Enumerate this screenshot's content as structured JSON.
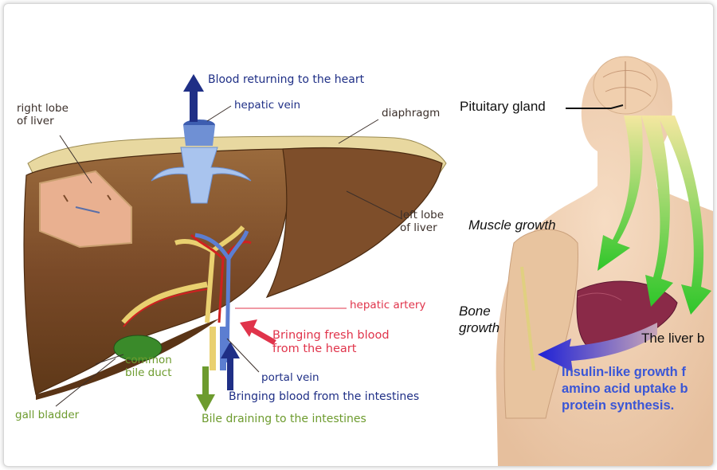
{
  "liver_diagram": {
    "labels": {
      "blood_returning": "Blood returning to the heart",
      "hepatic_vein": "hepatic vein",
      "diaphragm": "diaphragm",
      "right_lobe": "right lobe\nof liver",
      "left_lobe": "left lobe\nof liver",
      "hepatic_artery": "hepatic artery",
      "fresh_blood": "Bringing fresh blood\nfrom the heart",
      "common_bile_duct": "common\nbile duct",
      "portal_vein": "portal vein",
      "from_intestines": "Bringing blood from the intestines",
      "gall_bladder": "gall bladder",
      "bile_draining": "Bile draining to the intestines"
    },
    "colors": {
      "liver": "#7a4a2a",
      "blue_label": "#1f2f86",
      "red_label": "#e0344b",
      "green_label": "#6d9b2e"
    }
  },
  "body_diagram": {
    "labels": {
      "pituitary": "Pituitary gland",
      "muscle_growth": "Muscle growth",
      "bone_growth": "Bone\ngrowth",
      "liver": "The liver b",
      "igf_line1": "Insulin-like growth f",
      "igf_line2": "amino acid uptake b",
      "igf_line3": "protein synthesis."
    },
    "colors": {
      "green_arrow": "#3fc63a",
      "blue_arrow": "#2a2fd0",
      "skin": "#f1d2b4"
    }
  }
}
